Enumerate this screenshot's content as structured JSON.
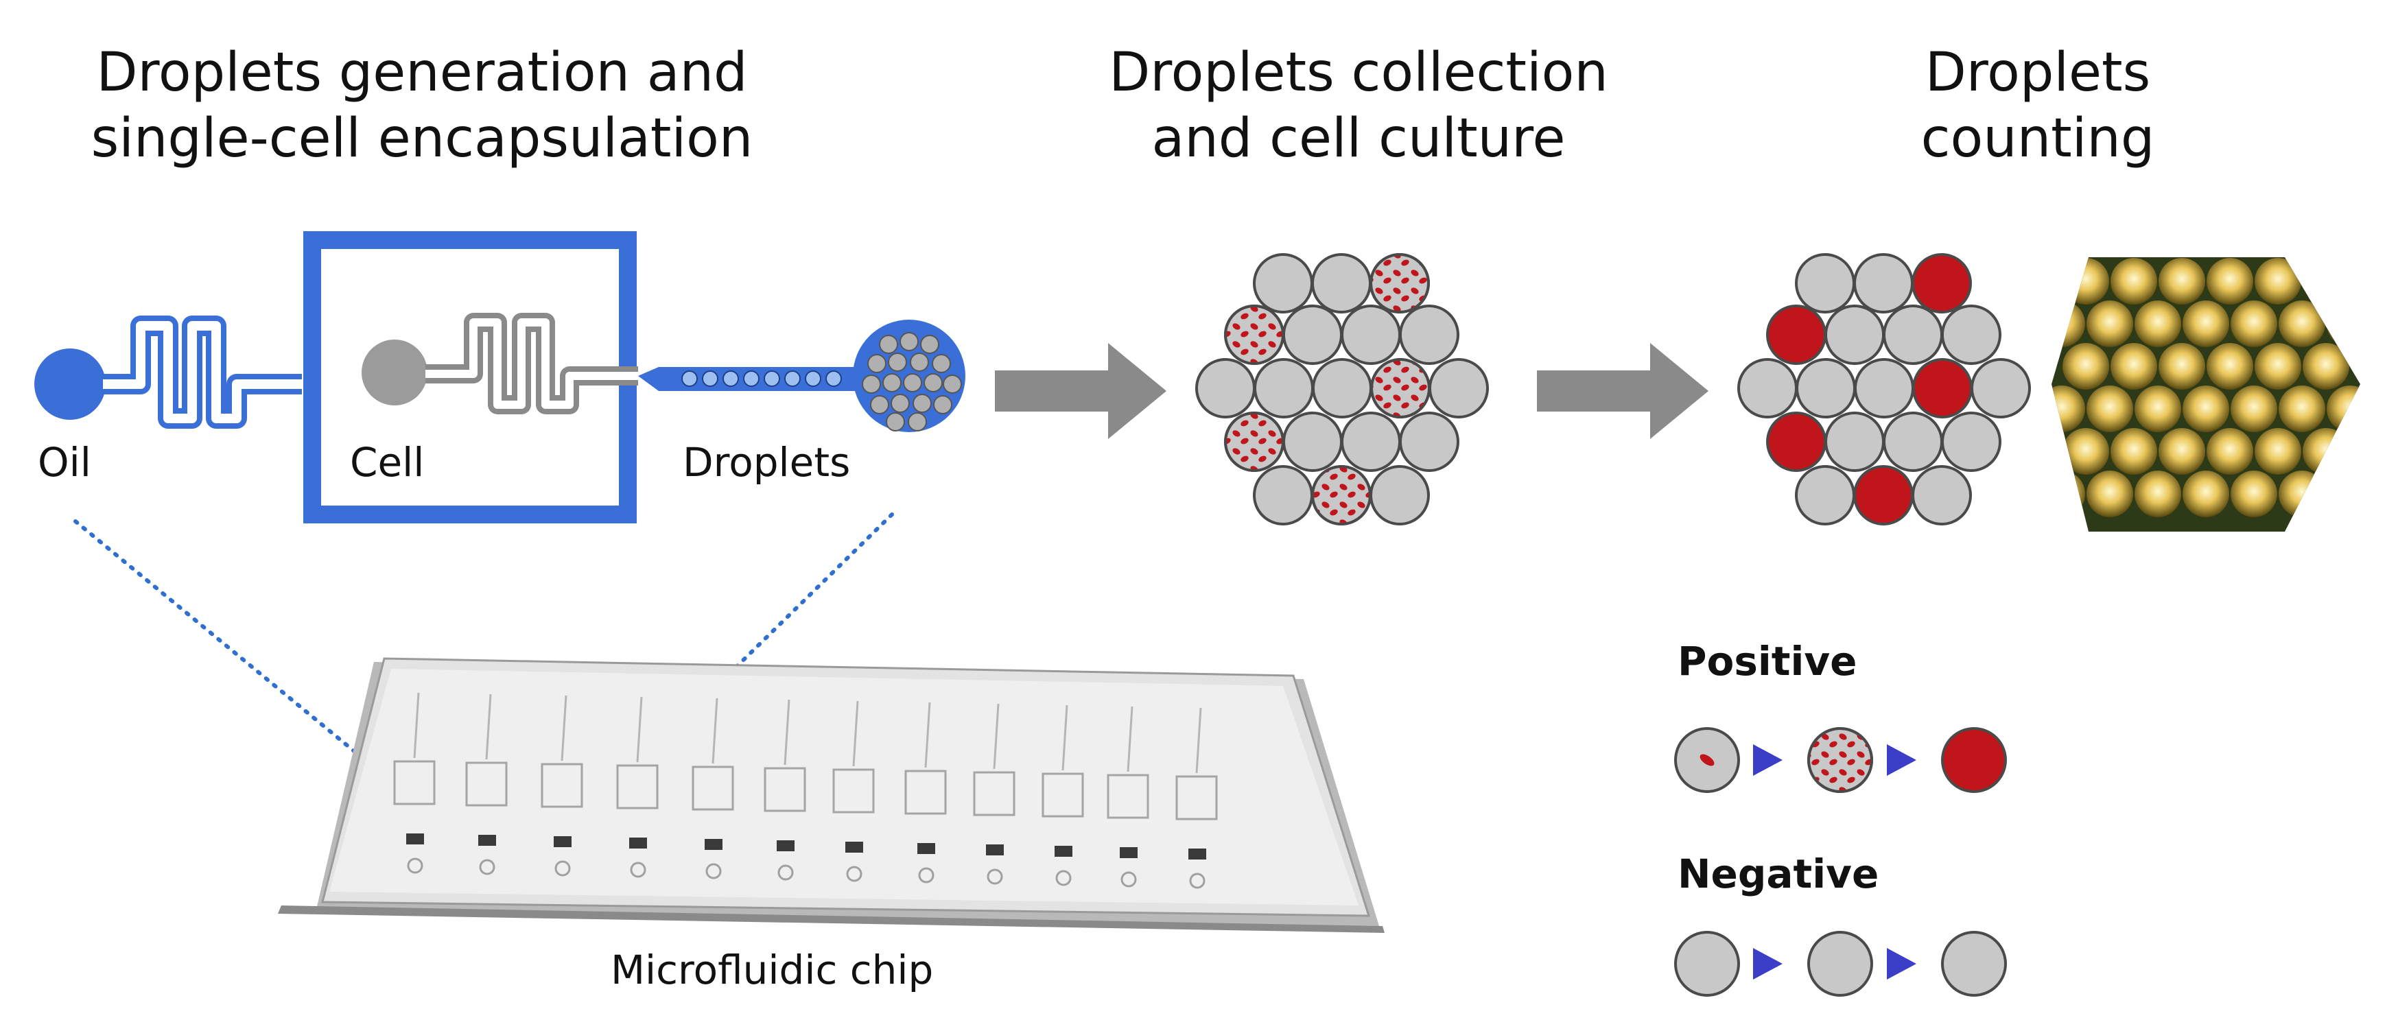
{
  "titles": {
    "step1_line1": "Droplets generation and",
    "step1_line2": "single-cell encapsulation",
    "step2_line1": "Droplets collection",
    "step2_line2": "and cell culture",
    "step3_line1": "Droplets",
    "step3_line2": "counting"
  },
  "chip_labels": {
    "oil": "Oil",
    "cell": "Cell",
    "droplets": "Droplets",
    "chip": "Microfluidic chip"
  },
  "legend": {
    "positive": "Positive",
    "negative": "Negative"
  },
  "colors": {
    "oil_blue": "#3b6fd8",
    "droplet_gray": "#c8c8c8",
    "positive_red": "#c0161b",
    "arrow_gray": "#8a8a8a",
    "legend_arrow": "#3b3fc8"
  }
}
